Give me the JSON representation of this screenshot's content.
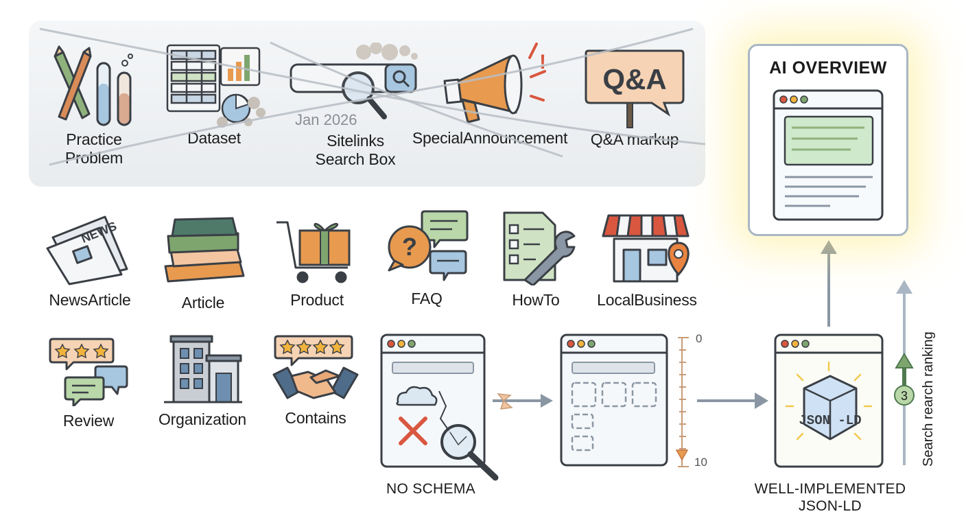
{
  "deprecated": {
    "practice_problem": "Practice\nProblem",
    "dataset": "Dataset",
    "sitelinks": "Sitelinks\nSearch Box",
    "date": "Jan 2026",
    "special_announcement": "SpecialAnnouncement",
    "qa_markup": "Q&A markup",
    "qa_sign": "Q&A"
  },
  "supported": {
    "news_article": "NewsArticle",
    "news_sign": "NEWS",
    "article": "Article",
    "product": "Product",
    "faq": "FAQ",
    "howto": "HowTo",
    "local_business": "LocalBusiness",
    "review": "Review",
    "organization": "Organization",
    "contains": "Contains"
  },
  "flow": {
    "no_schema": "NO SCHEMA",
    "scale_top": "0",
    "scale_bottom": "10",
    "well_implemented": "WELL-IMPLEMENTED\nJSON-LD",
    "cube_text": "JSON -LD",
    "ai_overview": "AI OVERVIEW",
    "rank_badge": "3",
    "axis_label": "Search rearch ranking"
  },
  "colors": {
    "panel": "#eef0f3",
    "outline": "#3a3f45",
    "green": "#7fa56f",
    "orange": "#e89a4f",
    "blue": "#9cbbd6",
    "red": "#d9573f",
    "glow": "#ffe37a"
  }
}
